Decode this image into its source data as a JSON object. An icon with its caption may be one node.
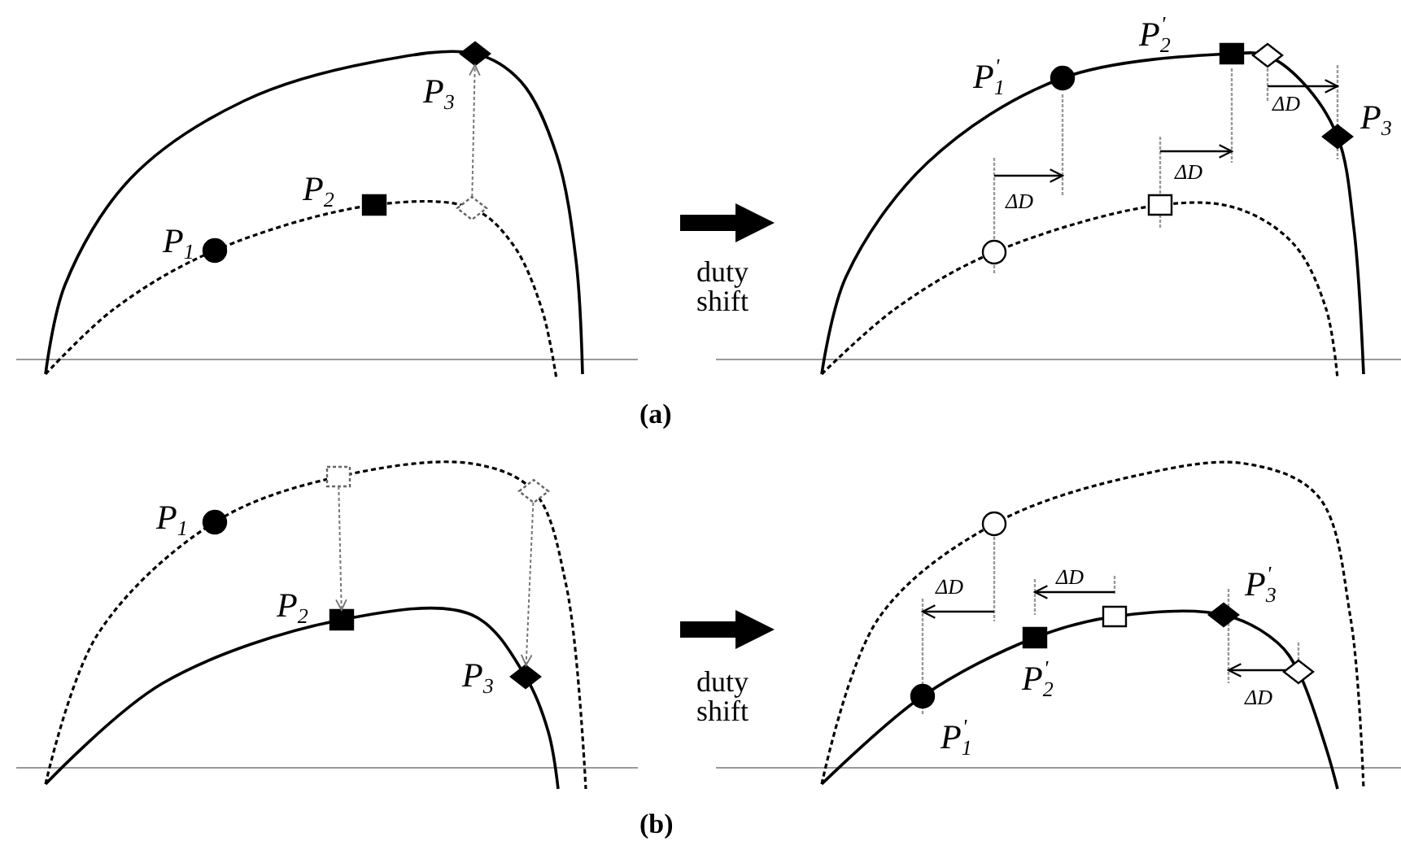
{
  "diagram": {
    "nodes": [
      {
        "text": [],
        "shape": "circle",
        "beside": [
          "P$_{1}$"
        ]
      },
      {
        "text": [],
        "shape": "box",
        "beside": [
          "P$_{2}$"
        ]
      },
      {
        "text": [],
        "shape": "diamond"
      },
      {
        "text": [],
        "shape": "diamond",
        "beside": [
          "P$_{3}$"
        ]
      },
      {
        "text": [],
        "shape": "circle",
        "beside": [
          "P$_{1}$$^{'}$"
        ]
      },
      {
        "text": [],
        "shape": "box",
        "beside": [
          "P$_{2}$$^{'}$"
        ]
      },
      {
        "text": [],
        "shape": "diamond"
      },
      {
        "text": [],
        "shape": "diamond",
        "beside": [
          "P$_{3}$"
        ]
      },
      {
        "text": [],
        "shape": "circle"
      },
      {
        "text": [],
        "shape": "box"
      },
      {
        "text": [],
        "shape": "box"
      },
      {
        "text": [],
        "shape": "diamond"
      },
      {
        "text": [],
        "shape": "circle",
        "beside": [
          "P$_{1}$"
        ]
      },
      {
        "text": [],
        "shape": "box",
        "beside": [
          "P$_{2}$"
        ]
      },
      {
        "text": [],
        "shape": "diamond",
        "beside": [
          "P$_{3}$"
        ]
      },
      {
        "text": [],
        "shape": "circle"
      },
      {
        "text": [],
        "shape": "diamond",
        "beside": [
          "P$_{3}$$^{'}$"
        ]
      },
      {
        "text": [],
        "shape": "box"
      },
      {
        "text": [],
        "shape": "diamond"
      },
      {
        "text": [],
        "shape": "box",
        "beside": [
          "P$_{2}$$^{'}$"
        ]
      },
      {
        "text": [],
        "shape": "circle",
        "beside": [
          "P$_{1}$$^{'}$"
        ]
      }
    ],
    "edges": [
      {
        "from": 2,
        "to": 3,
        "arrow": "to",
        "style": "dashed"
      },
      {
        "from": 10,
        "to": 13,
        "arrow": "to",
        "style": "dashed"
      },
      {
        "from": 11,
        "to": 14,
        "arrow": "to",
        "style": "dashed"
      }
    ],
    "labels": [
      "duty shift",
      "ΔD",
      "ΔD",
      "ΔD",
      "(a)",
      "duty shift",
      "ΔD",
      "ΔD",
      "ΔD",
      "(b)"
    ]
  }
}
